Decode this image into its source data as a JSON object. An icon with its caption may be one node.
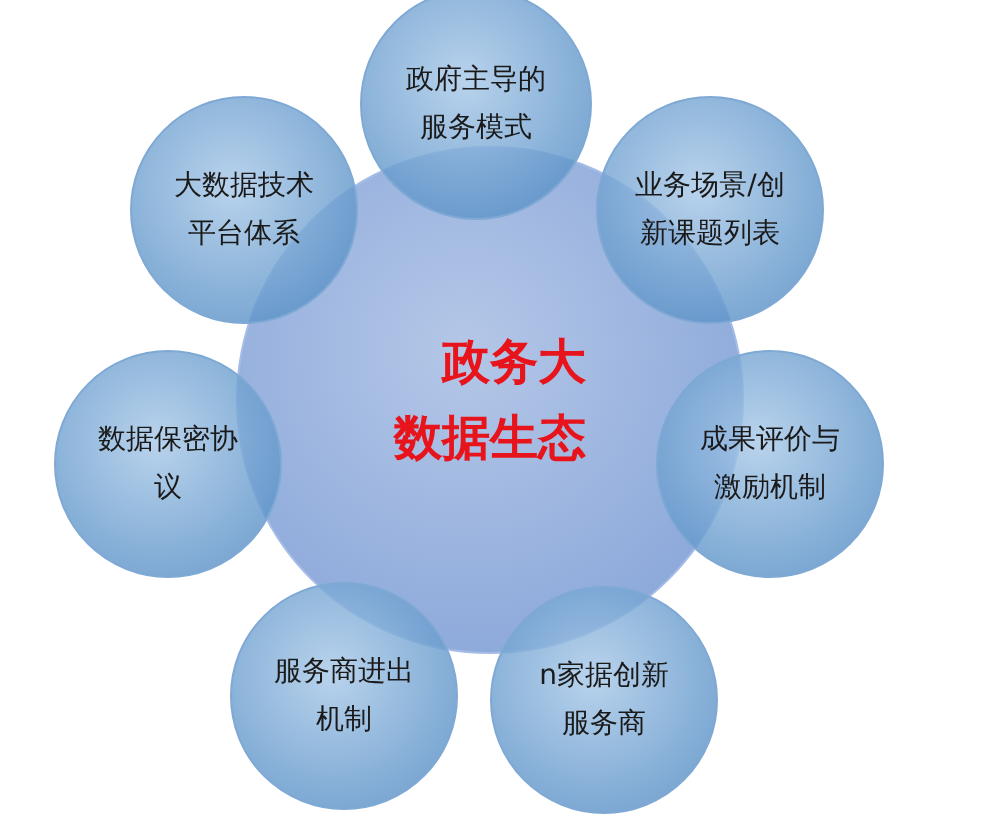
{
  "diagram": {
    "nodes": [
      {
        "text": [
          "政务大数据生态"
        ]
      },
      {
        "text": [
          "政府主导的服务模式"
        ]
      },
      {
        "text": [
          "业务场景/创新课题列表"
        ]
      },
      {
        "text": [
          "成果评价与激励机制"
        ]
      },
      {
        "text": [
          "n家据创新服务商"
        ]
      },
      {
        "text": [
          "服务商进出机制"
        ]
      },
      {
        "text": [
          "数据保密协议"
        ]
      },
      {
        "text": [
          "大数据技术平台体系"
        ]
      }
    ],
    "edges": []
  }
}
